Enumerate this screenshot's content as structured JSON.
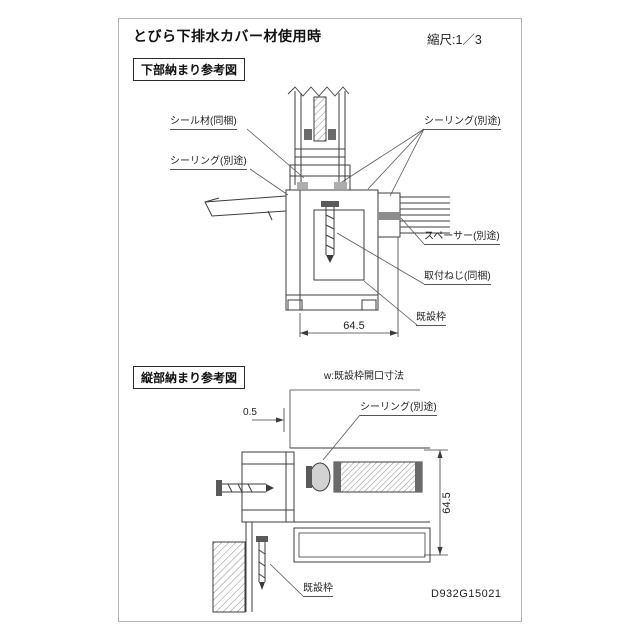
{
  "page": {
    "title": "とびら下排水カバー材使用時",
    "scale_label": "縮尺:1／3",
    "drawing_number": "D932G15021"
  },
  "section_bottom": {
    "heading": "下部納まり参考図",
    "labels": {
      "seal_material": "シール材(同梱)",
      "sealing_left": "シーリング(別途)",
      "sealing_right": "シーリング(別途)",
      "spacer": "スペーサー(別途)",
      "mounting_screw": "取付ねじ(同梱)",
      "existing_frame": "既設枠",
      "dimension": "64.5"
    }
  },
  "section_vertical": {
    "heading": "縦部納まり参考図",
    "labels": {
      "opening_width": "w:既設枠開口寸法",
      "gap_dimension": "0.5",
      "sealing": "シーリング(別途)",
      "dimension": "64.5",
      "existing_frame": "既設枠"
    }
  }
}
